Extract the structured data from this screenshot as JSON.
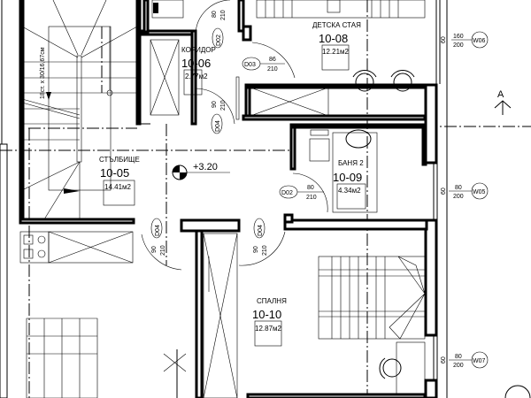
{
  "rooms": [
    {
      "name": "КОРИДОР",
      "number": "10-06",
      "area": "2.77м2"
    },
    {
      "name": "ДЕТСКА СТАЯ",
      "number": "10-08",
      "area": "12.21м2"
    },
    {
      "name": "СТЪЛБИЩЕ",
      "number": "10-05",
      "area": "14.41м2"
    },
    {
      "name": "БАНЯ 2",
      "number": "10-09",
      "area": "4.34м2"
    },
    {
      "name": "СПАЛНЯ",
      "number": "10-10",
      "area": "12.87м2"
    }
  ],
  "doors": [
    {
      "tag": "D02",
      "width": "80",
      "height": "210"
    },
    {
      "tag": "D03",
      "width": "86",
      "height": "210"
    },
    {
      "tag": "D04",
      "width": "90",
      "height": "210"
    },
    {
      "tag": "D02",
      "width": "80",
      "height": "210"
    },
    {
      "tag": "D04",
      "width": "90",
      "height": "210"
    },
    {
      "tag": "D04",
      "width": "90",
      "height": "210"
    }
  ],
  "windows": [
    {
      "tag": "W06",
      "width": "160",
      "height": "200",
      "sill": "60"
    },
    {
      "tag": "W05",
      "width": "80",
      "height": "200",
      "sill": "60"
    },
    {
      "tag": "W07",
      "width": "80",
      "height": "200",
      "sill": "60"
    }
  ],
  "stairs_note": "18ст. x 30/16,67см",
  "level_mark": "+3.20",
  "section_mark": "A"
}
